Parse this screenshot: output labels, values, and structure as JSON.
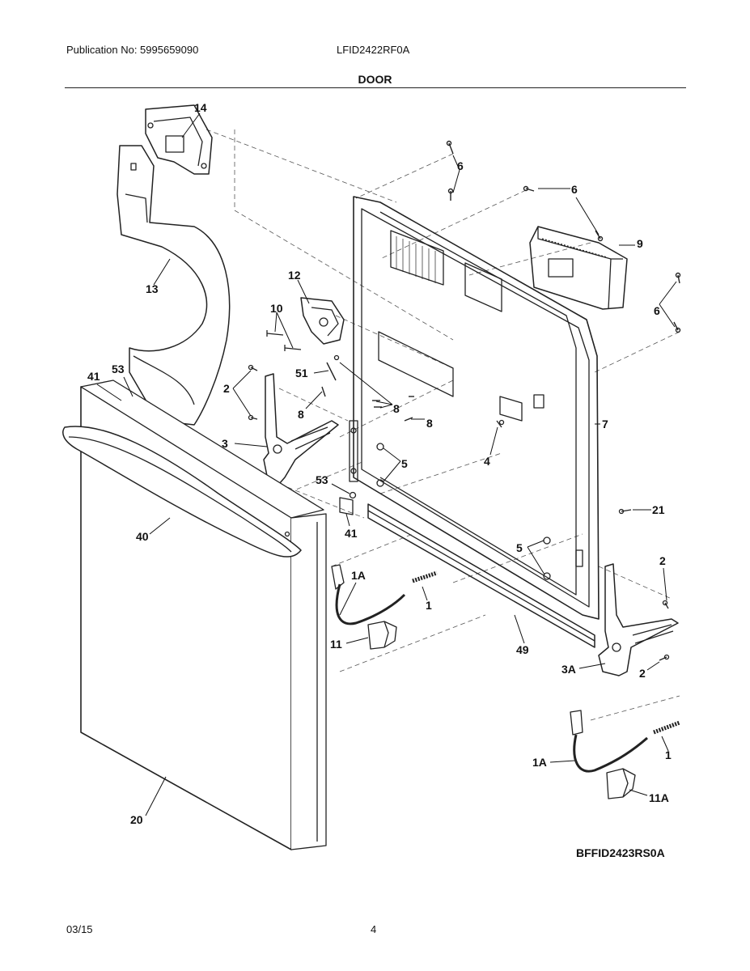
{
  "header": {
    "publication": "Publication No: 5995659090",
    "model": "LFID2422RF0A",
    "section_title": "DOOR"
  },
  "diagram": {
    "code": "BFFID2423RS0A",
    "callouts": {
      "c14": "14",
      "c13": "13",
      "c12": "12",
      "c10": "10",
      "c6a": "6",
      "c6b": "6",
      "c6c": "6",
      "c9": "9",
      "c51": "51",
      "c8a": "8",
      "c8b": "8",
      "c8c": "8",
      "c41a": "41",
      "c53a": "53",
      "c2a": "2",
      "c3": "3",
      "c4": "4",
      "c7": "7",
      "c5a": "5",
      "c53b": "53",
      "c41b": "41",
      "c21": "21",
      "c40": "40",
      "c5b": "5",
      "c2b": "2",
      "c1Aa": "1A",
      "c1a": "1",
      "c11": "11",
      "c49": "49",
      "c3A": "3A",
      "c2c": "2",
      "c1Ab": "1A",
      "c1b": "1",
      "c11A": "11A",
      "c20": "20"
    }
  },
  "footer": {
    "date": "03/15",
    "page": "4"
  }
}
